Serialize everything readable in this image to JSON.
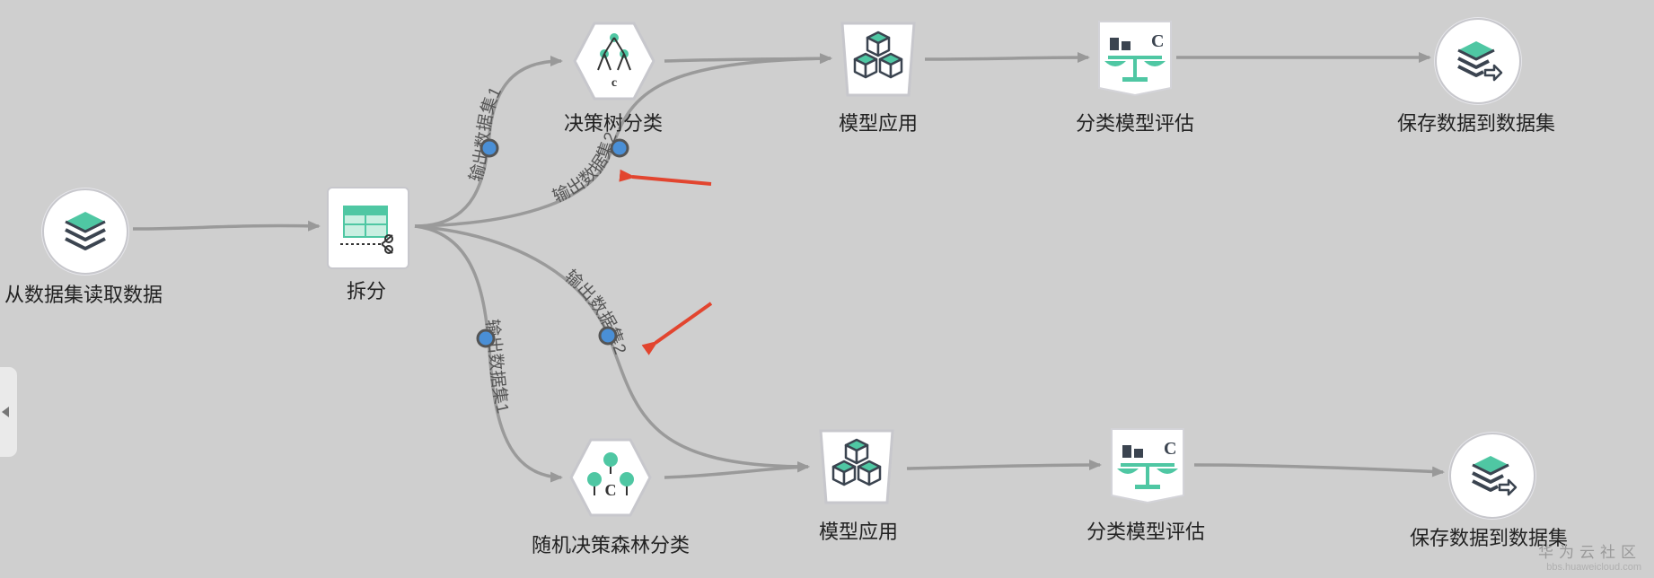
{
  "nodes": {
    "read_dataset": "从数据集读取数据",
    "split": "拆分",
    "decision_tree": "决策树分类",
    "model_apply_top": "模型应用",
    "eval_top": "分类模型评估",
    "save_top": "保存数据到数据集",
    "random_forest": "随机决策森林分类",
    "model_apply_bottom": "模型应用",
    "eval_bottom": "分类模型评估",
    "save_bottom": "保存数据到数据集"
  },
  "edges": {
    "out1_top": "输出数据集1",
    "out2_top": "输出数据集2",
    "out1_bottom": "输出数据集1",
    "out2_bottom": "输出数据集2"
  },
  "icons": {
    "tree_letter": "c",
    "forest_letter": "C",
    "scale_letter": "C"
  },
  "watermark": {
    "brand": "华为云社区",
    "url": "bbs.huaweicloud.com"
  },
  "colors": {
    "accent_green": "#4fc7a3",
    "edge": "#999999",
    "port": "#4a8fd6",
    "arrow_red": "#e2452f"
  }
}
